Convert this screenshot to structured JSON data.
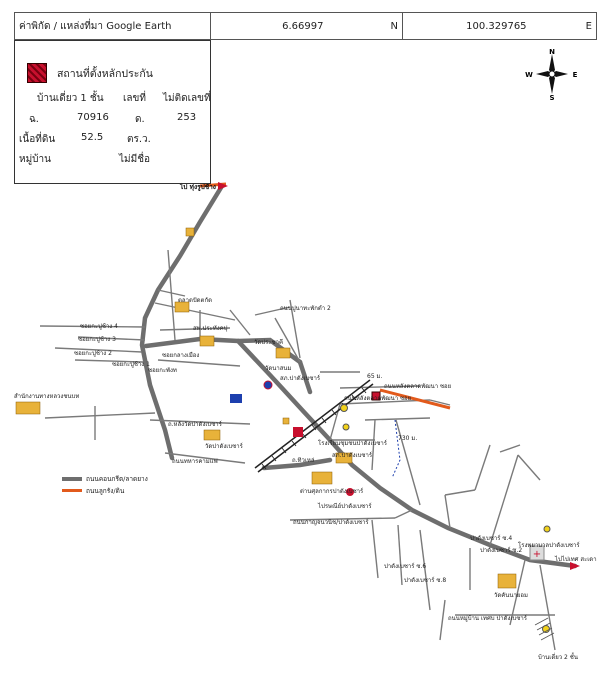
{
  "coords": {
    "label": "ค่าพิกัด / แหล่งที่มา Google Earth",
    "lat": "6.66997",
    "lat_dir": "N",
    "lon": "100.329765",
    "lon_dir": "E"
  },
  "info": {
    "collateral_title": "สถานที่ตั้งหลักประกัน",
    "type": "บ้านเดี่ยว 1 ชั้น",
    "number_label": "เลขที่",
    "no_number_label": "ไม่ติดเลขที่",
    "deed_prefix": "ฉ.",
    "deed_no": "70916",
    "parcel_prefix": "ด.",
    "parcel_no": "253",
    "area_label": "เนื้อที่ดิน",
    "area_value": "52.5",
    "area_unit": "ตร.ว.",
    "village_label": "หมู่บ้าน",
    "village_value": "ไม่มีชื่อ"
  },
  "compass": {
    "n": "N",
    "s": "S",
    "e": "E",
    "w": "W"
  },
  "legend": {
    "main_road": "ถนนคอนกรีต/ลาดยาง",
    "access_road": "ถนนลูกรัง/ดิน"
  },
  "map_labels": {
    "to_north": "ไป ทุ่งรูปช้าง",
    "market": "ตลาดปัดตกัด",
    "school": "สพ.ประทังคปุ",
    "soi_a": "ซอยกะพังท",
    "soi_khlong_4": "ซอยกะปูช้าง 4",
    "soi_khlong_3": "ซอยกะปูช้าง 3",
    "soi_khlong_2": "ซอยกะปูช้าง 2",
    "soi_khlong_1": "ซอยกะปูช้าง 1",
    "soi_center": "ซอยกลางเมือง",
    "soi_east2": "ถนนปูนาทะพักดำ 2",
    "temple_label": "วัดนาสนม",
    "temple2_label": "วัดประชาคี",
    "police_label": "สภ.ปาดังเบซาร์",
    "road_left": "สำนักงานทางหลวงชนบท",
    "road_mid": "ถ.หลังวัดปาดังเบซาร์",
    "temple3": "วัดปาดังเบซาร์",
    "road_bottom": "ถนนทหารคามแฟ",
    "road_rail": "ถ.ทิวเหล่",
    "school2": "โรงเรียนชุมชนปาดังเบซาร์",
    "bank": "สภ.ปาดังเบซาร์",
    "customs": "ด่านศุลกากรปาดังเบซาร์",
    "post": "ไปรษณีย์ปาดังเบซาร์",
    "mainst": "ถนนกาญจนวนิช/ปาดังเบซาร์",
    "hospital": "โรงพยาบาลปาดังเบซาร์",
    "to_sadao": "ไปไปเทศ สะเดา",
    "temple4": "วัดคันนายอม",
    "village_road": "ถนนหมู่บ้าน เทศบ ปาดังเบซาร์",
    "house_label": "บ้านเดี่ยว 2 ชั้น",
    "dist1": "65 ม.",
    "dist2": "730 ม.",
    "soi_near1": "ถนนหลังตลาดพัฒนา ซอย",
    "soi_near2": "ถนนหลังตลาดพัฒนา ซอย",
    "soi_right1": "ปาดังเบซาร์ ซ.4",
    "soi_right2": "ปาดังเบซาร์ ซ.2",
    "soi_lower1": "ปาดังเบซาร์ ซ.6",
    "soi_lower2": "ปาดังเบซาร์ ซ.8"
  },
  "colors": {
    "road": "#6e6e6e",
    "access": "#e25a1c",
    "rail": "#222222",
    "collateral": "#c8102e"
  }
}
